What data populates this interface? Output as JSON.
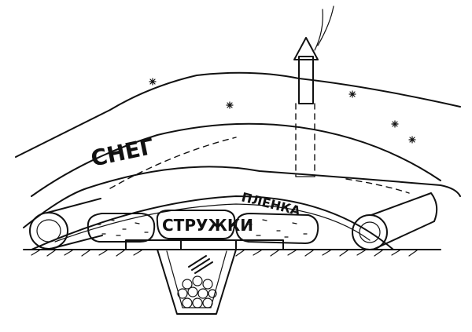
{
  "labels": {
    "snow": "СНЕГ",
    "film": "ПЛЕНКА",
    "shavings": "СТРУЖКИ"
  },
  "colors": {
    "ink": "#111111",
    "paper": "#ffffff"
  }
}
